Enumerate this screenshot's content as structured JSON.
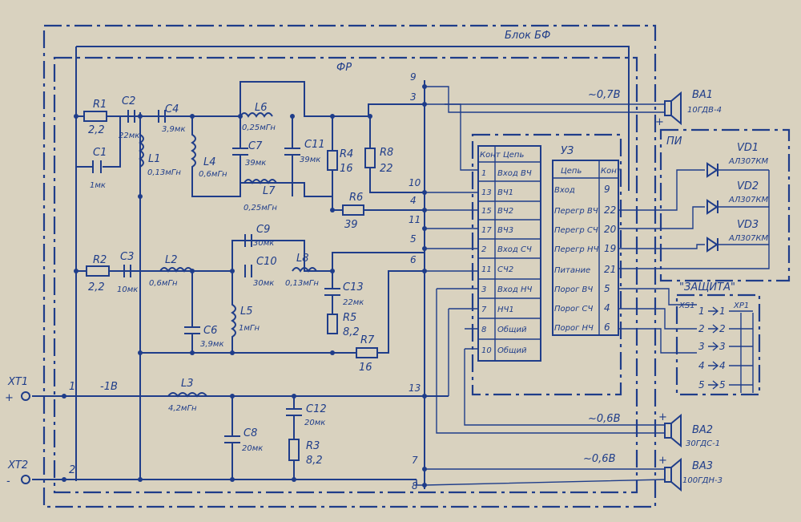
{
  "blocks": {
    "bf": "Блок БФ",
    "fr": "ФР",
    "uz": "УЗ",
    "pi": "ПИ",
    "zashchita": "\"ЗАЩИТА\"",
    "xs1": "XS1",
    "xp1": "XP1"
  },
  "terminals": {
    "xt1": "XT1",
    "xt2": "XT2",
    "plus": "+",
    "minus": "-",
    "n1": "1",
    "n2": "2",
    "voltage_main": "-1В"
  },
  "components": {
    "R1": {
      "name": "R1",
      "value": "2,2"
    },
    "C1": {
      "name": "C1",
      "value": "1мк"
    },
    "C2": {
      "name": "C2",
      "value": "22мк"
    },
    "C4": {
      "name": "C4",
      "value": "3,9мк"
    },
    "L1": {
      "name": "L1",
      "value": "0,13мГн"
    },
    "L4": {
      "name": "L4",
      "value": "0,6мГн"
    },
    "L6": {
      "name": "L6",
      "value": "0,25мГн"
    },
    "C7": {
      "name": "C7",
      "value": "39мк"
    },
    "C11": {
      "name": "C11",
      "value": "39мк"
    },
    "R4": {
      "name": "R4",
      "value": "16"
    },
    "R8": {
      "name": "R8",
      "value": "22"
    },
    "L7": {
      "name": "L7",
      "value": "0,25мГн"
    },
    "R6": {
      "name": "R6",
      "value": "39"
    },
    "R2": {
      "name": "R2",
      "value": "2,2"
    },
    "C3": {
      "name": "C3",
      "value": "10мк"
    },
    "L2": {
      "name": "L2",
      "value": "0,6мГн"
    },
    "C9": {
      "name": "C9",
      "value": "30мк"
    },
    "C10": {
      "name": "C10",
      "value": "30мк"
    },
    "L8": {
      "name": "L8",
      "value": "0,13мГн"
    },
    "L5": {
      "name": "L5",
      "value": "1мГн"
    },
    "C6": {
      "name": "C6",
      "value": "3,9мк"
    },
    "C13": {
      "name": "C13",
      "value": "22мк"
    },
    "R5": {
      "name": "R5",
      "value": "8,2"
    },
    "R7": {
      "name": "R7",
      "value": "16"
    },
    "L3": {
      "name": "L3",
      "value": "4,2мГн"
    },
    "C8": {
      "name": "C8",
      "value": "20мк"
    },
    "C12": {
      "name": "C12",
      "value": "20мк"
    },
    "R3": {
      "name": "R3",
      "value": "8,2"
    }
  },
  "fr_pins": [
    "9",
    "3",
    "10",
    "4",
    "11",
    "5",
    "6",
    "13",
    "7",
    "8"
  ],
  "connector_left": {
    "col_kont": "Конт",
    "col_circuit": "Цепь",
    "rows": [
      {
        "pin": "1",
        "name": "Вход ВЧ"
      },
      {
        "pin": "13",
        "name": "ВЧ1"
      },
      {
        "pin": "15",
        "name": "ВЧ2"
      },
      {
        "pin": "17",
        "name": "ВЧ3"
      },
      {
        "pin": "2",
        "name": "Вход СЧ"
      },
      {
        "pin": "11",
        "name": "СЧ2"
      },
      {
        "pin": "3",
        "name": "Вход НЧ"
      },
      {
        "pin": "7",
        "name": "НЧ1"
      },
      {
        "pin": "8",
        "name": "Общий"
      },
      {
        "pin": "10",
        "name": "Общий"
      }
    ]
  },
  "connector_right": {
    "col_circuit": "Цепь",
    "col_kont": "Конт",
    "rows": [
      {
        "name": "Вход",
        "pin": "9"
      },
      {
        "name": "Перегр ВЧ",
        "pin": "22"
      },
      {
        "name": "Перегр СЧ",
        "pin": "20"
      },
      {
        "name": "Перегр НЧ",
        "pin": "19"
      },
      {
        "name": "Питание",
        "pin": "21"
      },
      {
        "name": "Порог ВЧ",
        "pin": "5"
      },
      {
        "name": "Порог СЧ",
        "pin": "4"
      },
      {
        "name": "Порог НЧ",
        "pin": "6"
      }
    ]
  },
  "speakers": {
    "BA1": {
      "name": "BA1",
      "model": "10ГДВ-4",
      "level": "~0,7В",
      "polarity": "+"
    },
    "BA2": {
      "name": "BA2",
      "model": "30ГДС-1",
      "level": "~0,6В",
      "polarity": "+"
    },
    "BA3": {
      "name": "BA3",
      "model": "100ГДН-3",
      "level": "~0,6В",
      "polarity": "+"
    }
  },
  "leds": [
    {
      "name": "VD1",
      "model": "АЛ307КМ"
    },
    {
      "name": "VD2",
      "model": "АЛ307КМ"
    },
    {
      "name": "VD3",
      "model": "АЛ307КМ"
    }
  ],
  "xs1_pins": [
    "1",
    "2",
    "3",
    "4",
    "5"
  ],
  "xp1_pins": [
    "1",
    "2",
    "3",
    "4",
    "5"
  ]
}
